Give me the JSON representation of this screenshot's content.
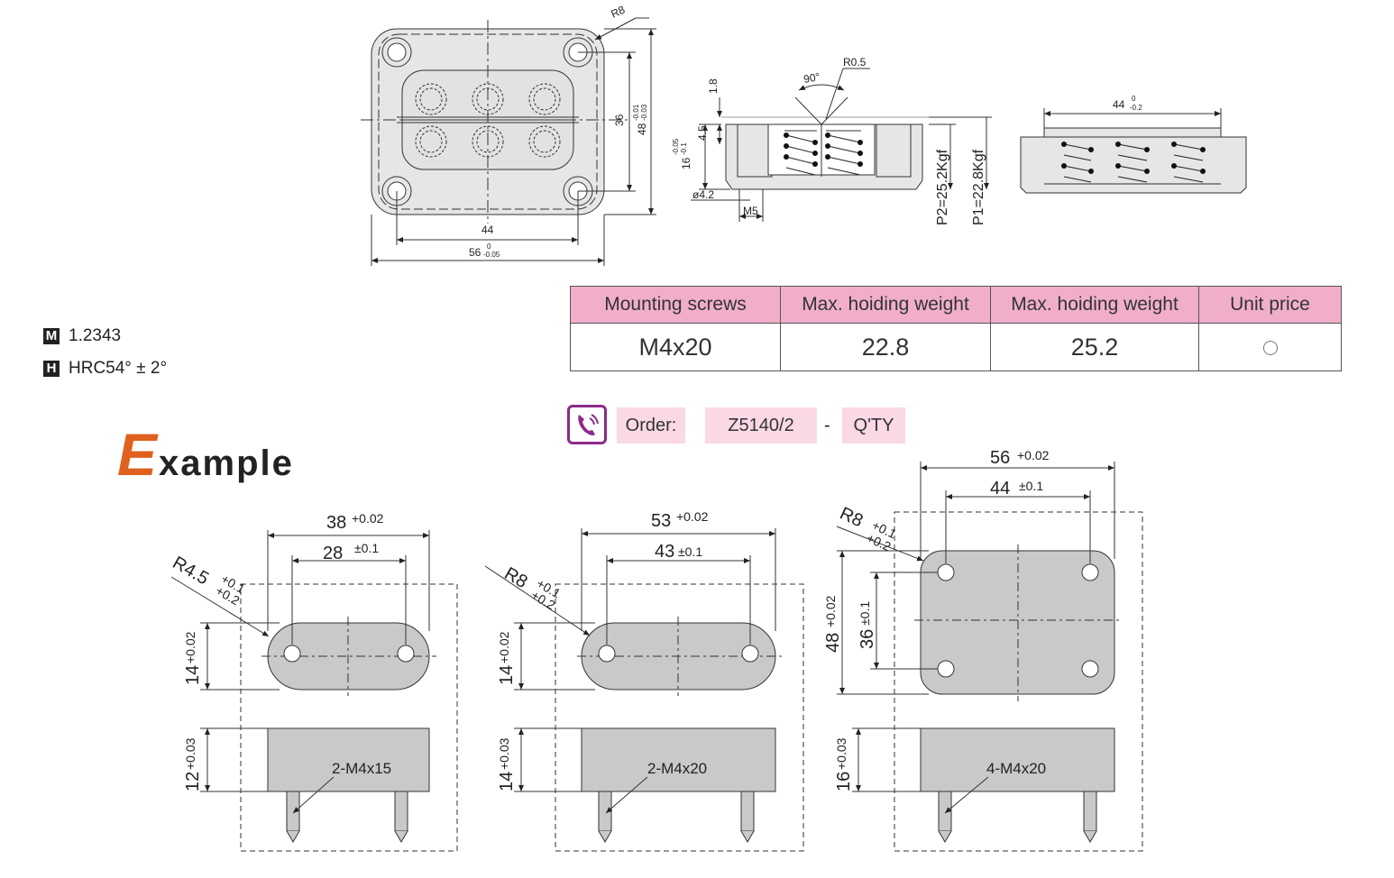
{
  "material": {
    "icon_letter": "M",
    "value": "1.2343"
  },
  "hardness": {
    "icon_letter": "H",
    "value": "HRC54° ± 2°"
  },
  "spec_table": {
    "headers": [
      "Mounting screws",
      "Max. hoiding weight",
      "Max. hoiding weight",
      "Unit price"
    ],
    "row": [
      "M4x20",
      "22.8",
      "25.2",
      ""
    ]
  },
  "order": {
    "label": "Order:",
    "code": "Z5140/2",
    "separator": "-",
    "qty": "Q'TY"
  },
  "example_title": {
    "first_letter": "E",
    "rest": "xample"
  },
  "top_drawing": {
    "r8": "R8",
    "d44": "44",
    "d56": "56",
    "d56_tol_up": "0",
    "d56_tol_low": "-0.05",
    "d36": "36",
    "d48": "48",
    "d48_tol_up": "-0.01",
    "d48_tol_low": "-0.03"
  },
  "side_drawing": {
    "d18": "1.8",
    "angle": "90°",
    "r05": "R0.5",
    "d45": "4.5",
    "d16": "16",
    "d16_tol_up": "-0.05",
    "d16_tol_low": "-0.1",
    "phi42": "ø4.2",
    "m5": "M5",
    "p2": "P2=25.2Kgf",
    "p1": "P1=22.8Kgf"
  },
  "front_drawing": {
    "d44": "44",
    "d44_tol_up": "0",
    "d44_tol_low": "-0.2"
  },
  "examples": [
    {
      "outer_w": "38",
      "outer_tol": "+0.02",
      "inner_w": "28",
      "inner_tol": "±0.1",
      "radius": "R4.5",
      "r_tol1": "+0.1",
      "r_tol2": "+0.2",
      "height": "14",
      "height_tol": "+0.02",
      "depth": "12",
      "depth_tol": "+0.03",
      "screws": "2-M4x15"
    },
    {
      "outer_w": "53",
      "outer_tol": "+0.02",
      "inner_w": "43",
      "inner_tol": "±0.1",
      "radius": "R8",
      "r_tol1": "+0.1",
      "r_tol2": "+0.2",
      "height": "14",
      "height_tol": "+0.02",
      "depth": "14",
      "depth_tol": "+0.03",
      "screws": "2-M4x20"
    },
    {
      "outer_w": "56",
      "outer_tol": "+0.02",
      "inner_w": "44",
      "inner_tol": "±0.1",
      "radius": "R8",
      "r_tol1": "+0.1",
      "r_tol2": "+0.2",
      "height": "48",
      "height_tol": "+0.02",
      "inner_h": "36",
      "inner_h_tol": "±0.1",
      "depth": "16",
      "depth_tol": "+0.03",
      "screws": "4-M4x20"
    }
  ]
}
